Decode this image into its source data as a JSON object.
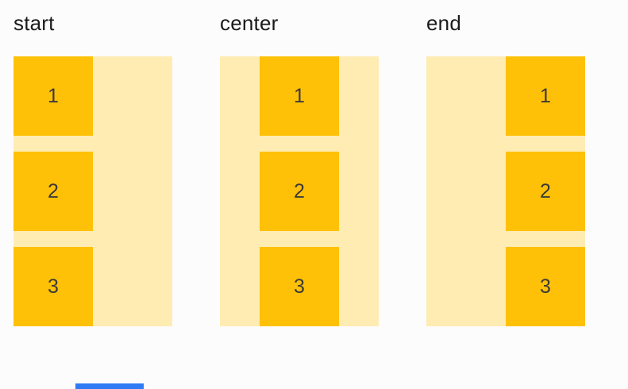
{
  "colors": {
    "item": "#FFC107",
    "track": "#FFECB3",
    "partial_blue": "#2F7BF6",
    "label_text": "#1b1b1b",
    "item_text": "#3c3a38",
    "page_background": "#fcfcfd"
  },
  "groups": [
    {
      "label": "start",
      "alignment": "start",
      "items": [
        "1",
        "2",
        "3"
      ]
    },
    {
      "label": "center",
      "alignment": "center",
      "items": [
        "1",
        "2",
        "3"
      ]
    },
    {
      "label": "end",
      "alignment": "end",
      "items": [
        "1",
        "2",
        "3"
      ]
    }
  ]
}
